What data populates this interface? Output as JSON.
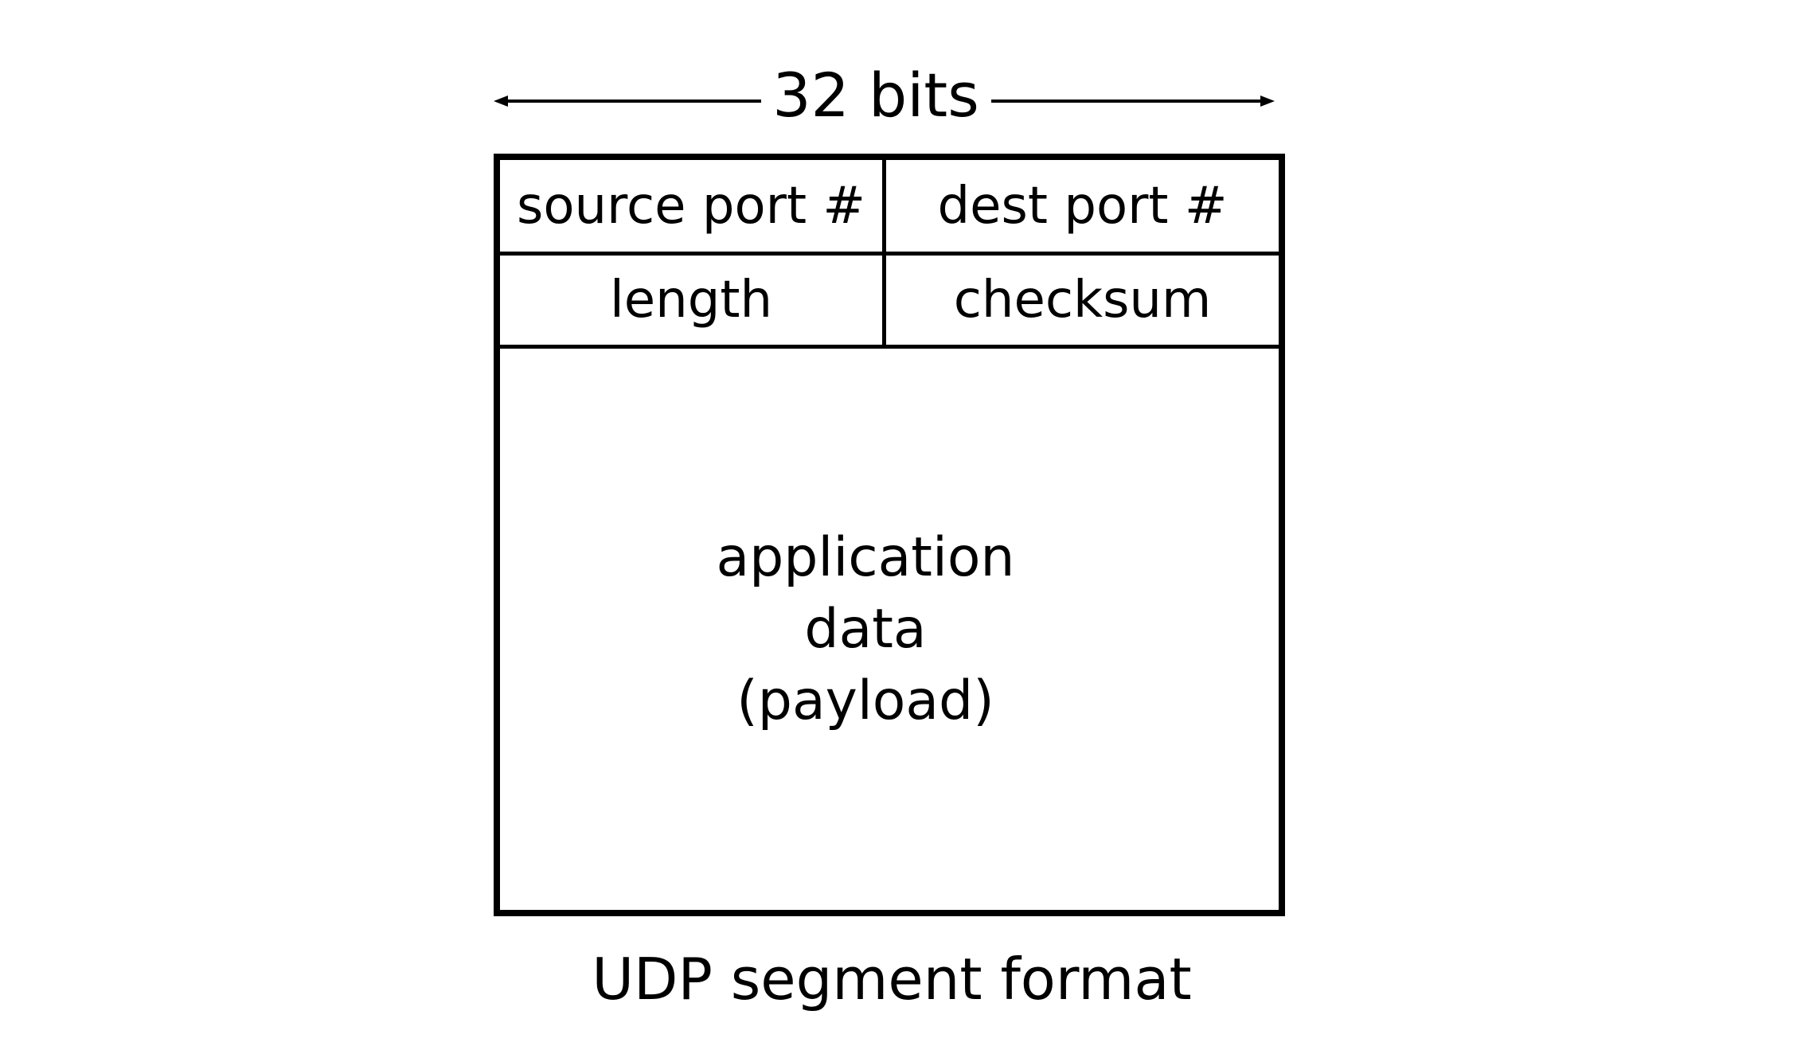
{
  "width_label": "32 bits",
  "fields": {
    "source_port": "source port #",
    "dest_port": "dest port #",
    "length": "length",
    "checksum": "checksum"
  },
  "payload": {
    "line1": "application",
    "line2": "data",
    "line3": "(payload)"
  },
  "caption": "UDP segment format"
}
